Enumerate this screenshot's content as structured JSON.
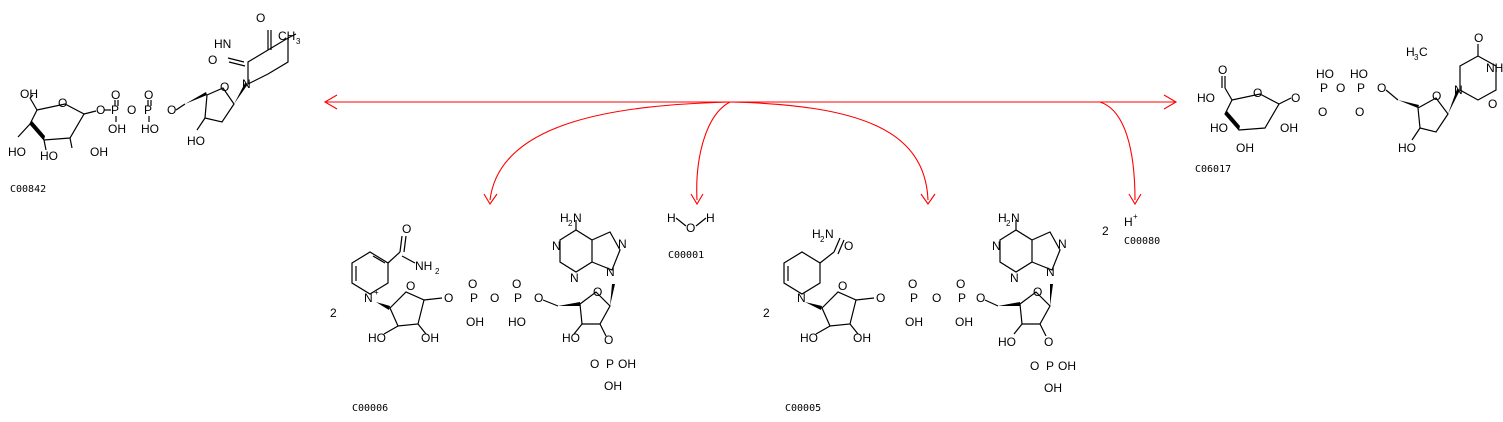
{
  "colors": {
    "arrow": "#ff0000",
    "structure": "#000000"
  },
  "compounds": {
    "c00842": {
      "id": "C00842",
      "coefficient": ""
    },
    "c06017": {
      "id": "C06017",
      "coefficient": ""
    },
    "c00006": {
      "id": "C00006",
      "coefficient": "2"
    },
    "c00001": {
      "id": "C00001",
      "coefficient": ""
    },
    "c00005": {
      "id": "C00005",
      "coefficient": "2"
    },
    "c00080": {
      "id": "C00080",
      "coefficient": "2"
    }
  }
}
